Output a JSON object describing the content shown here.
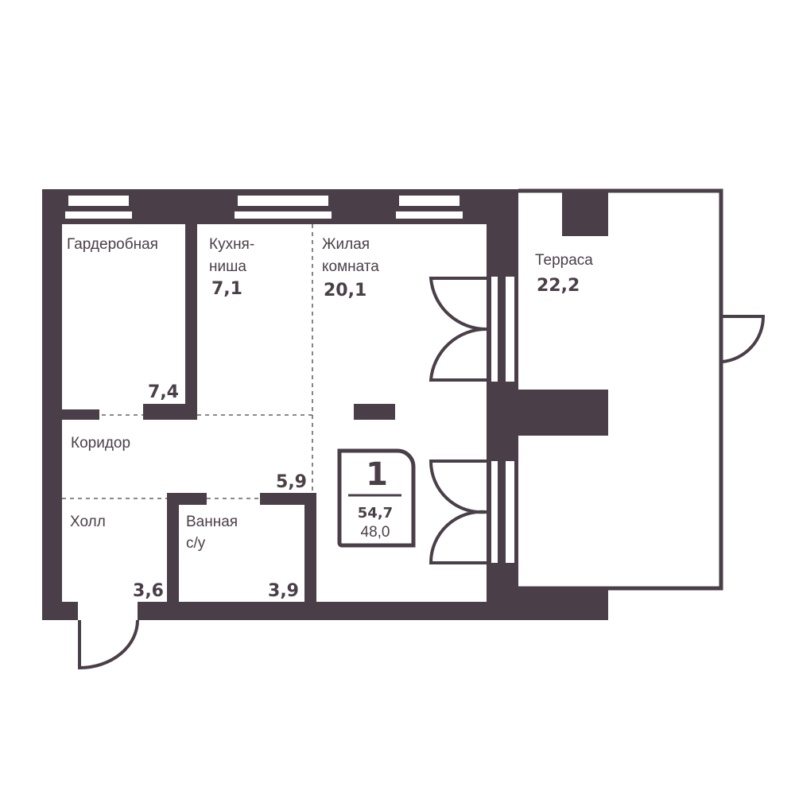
{
  "colors": {
    "wall": "#4a3f48",
    "background": "#ffffff"
  },
  "rooms": [
    {
      "id": "wardrobe",
      "name": "Гардеробная",
      "area": "7,4"
    },
    {
      "id": "kitchen",
      "name_line1": "Кухня-",
      "name_line2": "ниша",
      "area": "7,1"
    },
    {
      "id": "living",
      "name_line1": "Жилая",
      "name_line2": "комната",
      "area": "20,1"
    },
    {
      "id": "corridor",
      "name": "Коридор",
      "area": "5,9"
    },
    {
      "id": "hall",
      "name": "Холл",
      "area": "3,6"
    },
    {
      "id": "bathroom",
      "name_line1": "Ванная",
      "name_line2": "с/у",
      "area": "3,9"
    },
    {
      "id": "terrace",
      "name": "Терраса",
      "area": "22,2"
    }
  ],
  "summary": {
    "rooms_count": "1",
    "total_area": "54,7",
    "living_area": "48,0"
  }
}
